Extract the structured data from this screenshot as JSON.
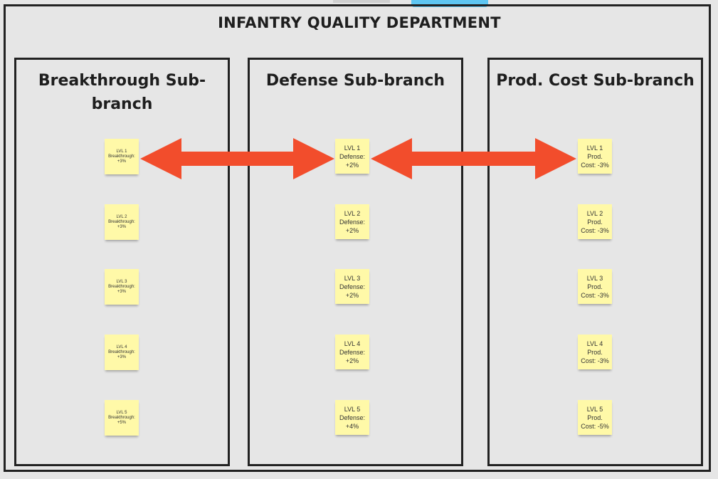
{
  "frame": {
    "title": "INFANTRY QUALITY DEPARTMENT"
  },
  "branches": [
    {
      "title": "Breakthrough Sub-branch",
      "title_lines": [
        "Breakthrough Sub-",
        "branch"
      ],
      "notes": [
        "LVL 1\nBreakthrough:\n+3%",
        "LVL 2\nBreakthrough:\n+3%",
        "LVL 3\nBreakthrough:\n+3%",
        "LVL 4\nBreakthrough:\n+3%",
        "LVL 5\nBreakthrough:\n+5%"
      ]
    },
    {
      "title": "Defense Sub-branch",
      "title_lines": [
        "Defense Sub-branch"
      ],
      "notes": [
        "LVL 1\nDefense:\n+2%",
        "LVL 2\nDefense:\n+2%",
        "LVL 3\nDefense:\n+2%",
        "LVL 4\nDefense:\n+2%",
        "LVL 5\nDefense:\n+4%"
      ]
    },
    {
      "title": "Prod. Cost Sub-branch",
      "title_lines": [
        "Prod. Cost Sub-branch"
      ],
      "notes": [
        "LVL 1\nProd.\nCost: -3%",
        "LVL 2\nProd.\nCost: -3%",
        "LVL 3\nProd.\nCost: -3%",
        "LVL 4\nProd.\nCost: -3%",
        "LVL 5\nProd.\nCost: -5%"
      ]
    }
  ],
  "connectors": [
    {
      "from": "breakthrough-lvl-1",
      "to": "defense-lvl-1",
      "style": "double-arrow"
    },
    {
      "from": "defense-lvl-1",
      "to": "prod-cost-lvl-1",
      "style": "double-arrow"
    }
  ],
  "colors": {
    "background": "#e6e6e6",
    "border": "#222222",
    "sticky_note": "#fff9a8",
    "arrow": "#f24d2c",
    "top_widget": "#5ec6f2"
  }
}
